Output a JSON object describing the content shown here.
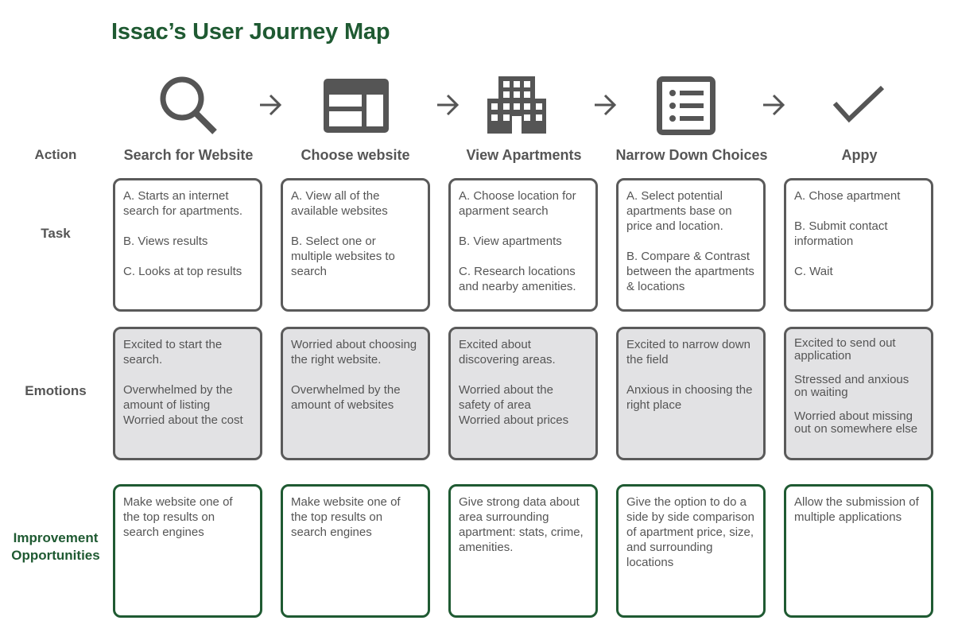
{
  "title": "Issac’s User Journey Map",
  "row_labels": {
    "action": "Action",
    "task": "Task",
    "emotions": "Emotions",
    "improvement_line1": "Improvement",
    "improvement_line2": "Opportunities"
  },
  "colors": {
    "title_green": "#1f5a32",
    "text_grey": "#555555",
    "border_grey": "#5a5a5a",
    "emotion_fill": "#e2e2e4"
  },
  "steps": [
    {
      "icon": "search-icon",
      "action": "Search for Website",
      "tasks": [
        "A. Starts an internet search for apartments.",
        "B. Views results",
        "C. Looks at top results"
      ],
      "emotions": [
        "Excited to start the search.",
        "Overwhelmed by the amount of listing",
        "Worried about the cost"
      ],
      "improvement": "Make website one of the top results on search engines"
    },
    {
      "icon": "website-layout-icon",
      "action": "Choose website",
      "tasks": [
        "A. View all of the available websites",
        "B. Select one or multiple websites to search"
      ],
      "emotions": [
        "Worried about choosing the right website.",
        "Overwhelmed by the amount of websites"
      ],
      "improvement": "Make website one of the top results on search engines"
    },
    {
      "icon": "apartment-building-icon",
      "action": "View Apartments",
      "tasks": [
        "A. Choose location for aparment search",
        "B. View apartments",
        "C. Research locations and nearby amenities."
      ],
      "emotions": [
        "Excited about discovering areas.",
        "Worried about the safety of area",
        "Worried about prices"
      ],
      "improvement": "Give strong data about area surrounding apartment: stats, crime, amenities."
    },
    {
      "icon": "list-icon",
      "action": "Narrow Down Choices",
      "tasks": [
        "A. Select potential apartments base on price and location.",
        "B. Compare & Contrast between the apartments & locations"
      ],
      "emotions": [
        "Excited to narrow down the field",
        "Anxious in choosing the right place"
      ],
      "improvement": "Give the option to do a side by side comparison of apartment price, size, and surrounding locations"
    },
    {
      "icon": "checkmark-icon",
      "action": "Appy",
      "tasks": [
        "A. Chose apartment",
        "B. Submit contact information",
        "C. Wait"
      ],
      "emotions": [
        "Excited to send out application",
        "Stressed and anxious on waiting",
        "Worried about missing out on somewhere else"
      ],
      "improvement": "Allow the submission of multiple applications"
    }
  ]
}
